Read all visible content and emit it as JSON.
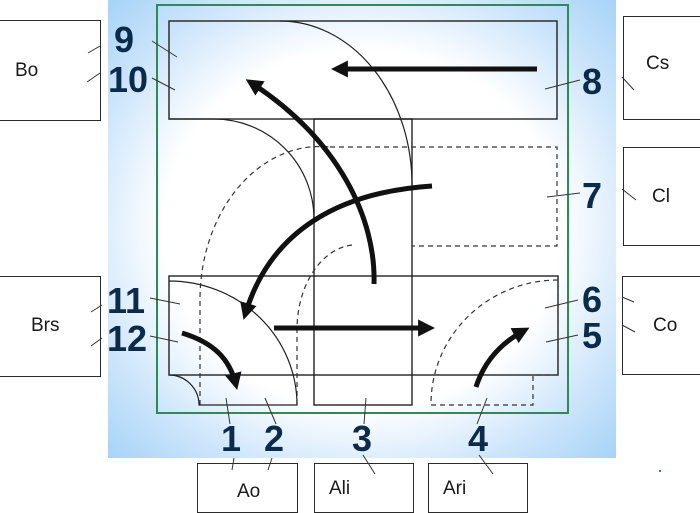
{
  "boxes": {
    "bo": "Bo",
    "brs": "Brs",
    "cs": "Cs",
    "cl": "Cl",
    "co": "Co",
    "ao": "Ao",
    "ali": "Ali",
    "ari": "Ari"
  },
  "numbers": {
    "n1": "1",
    "n2": "2",
    "n3": "3",
    "n4": "4",
    "n5": "5",
    "n6": "6",
    "n7": "7",
    "n8": "8",
    "n9": "9",
    "n10": "10",
    "n11": "11",
    "n12": "12"
  },
  "colors": {
    "frame": "#2e8b57",
    "glow": "#a6d3f7",
    "number": "#0c2a4a",
    "line": "#1a1a1a"
  }
}
